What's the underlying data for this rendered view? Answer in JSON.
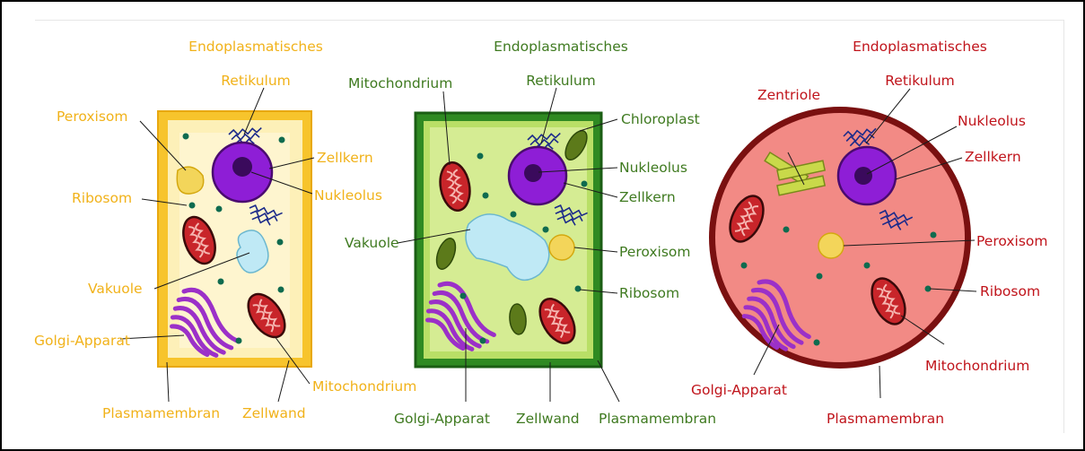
{
  "colors": {
    "yellow_label": "#f1b21a",
    "green_label": "#3f7a20",
    "red_label": "#c0141b",
    "nucleus": "#8e1ed6",
    "nucleolus": "#3a0a5c",
    "mitochondrion": "#c8252a",
    "golgi": "#9b30c8",
    "ribosome": "#0f6b4f",
    "vacuole": "#bfe9f5",
    "peroxisome": "#f3d55a",
    "er": "#1b2a8a",
    "chloroplast": "#5c7a1a",
    "centriole": "#c9d94a"
  },
  "cells": [
    {
      "title_line1": "Endoplasmatisches",
      "title_line2": "Retikulum",
      "labels": {
        "peroxisom": "Peroxisom",
        "zellkern": "Zellkern",
        "ribosom": "Ribosom",
        "nukleolus": "Nukleolus",
        "vakuole": "Vakuole",
        "golgi": "Golgi-Apparat",
        "mitochondrium": "Mitochondrium",
        "plasmamembran": "Plasmamembran",
        "zellwand": "Zellwand"
      }
    },
    {
      "title_line1": "Endoplasmatisches",
      "title_line2": "Retikulum",
      "labels": {
        "mitochondrium": "Mitochondrium",
        "chloroplast": "Chloroplast",
        "nukleolus": "Nukleolus",
        "zellkern": "Zellkern",
        "vakuole": "Vakuole",
        "peroxisom": "Peroxisom",
        "ribosom": "Ribosom",
        "golgi": "Golgi-Apparat",
        "zellwand": "Zellwand",
        "plasmamembran": "Plasmamembran"
      }
    },
    {
      "title_line1": "Endoplasmatisches",
      "title_line2": "Retikulum",
      "labels": {
        "zentriole": "Zentriole",
        "nukleolus": "Nukleolus",
        "zellkern": "Zellkern",
        "peroxisom": "Peroxisom",
        "ribosom": "Ribosom",
        "mitochondrium": "Mitochondrium",
        "golgi": "Golgi-Apparat",
        "plasmamembran": "Plasmamembran"
      }
    }
  ]
}
